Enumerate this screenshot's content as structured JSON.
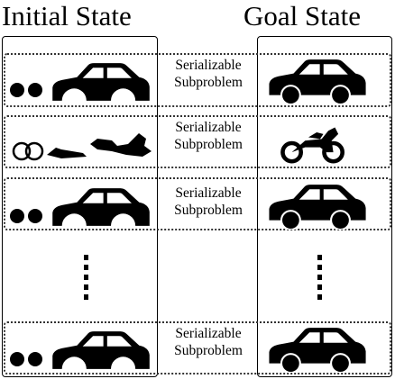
{
  "header": {
    "initial_title": "Initial State",
    "goal_title": "Goal State"
  },
  "rows": [
    {
      "label_line1": "Serializable",
      "label_line2": "Subproblem",
      "initial_icon": "car-parts-icon",
      "goal_icon": "car-icon"
    },
    {
      "label_line1": "Serializable",
      "label_line2": "Subproblem",
      "initial_icon": "motorcycle-parts-icon",
      "goal_icon": "motorcycle-icon"
    },
    {
      "label_line1": "Serializable",
      "label_line2": "Subproblem",
      "initial_icon": "car-parts-icon",
      "goal_icon": "car-icon"
    },
    {
      "label_line1": "Serializable",
      "label_line2": "Subproblem",
      "initial_icon": "car-parts-icon",
      "goal_icon": "car-icon"
    }
  ],
  "ellipsis": "vertical-dots-icon",
  "colors": {
    "ink": "#000000",
    "background": "#ffffff"
  }
}
